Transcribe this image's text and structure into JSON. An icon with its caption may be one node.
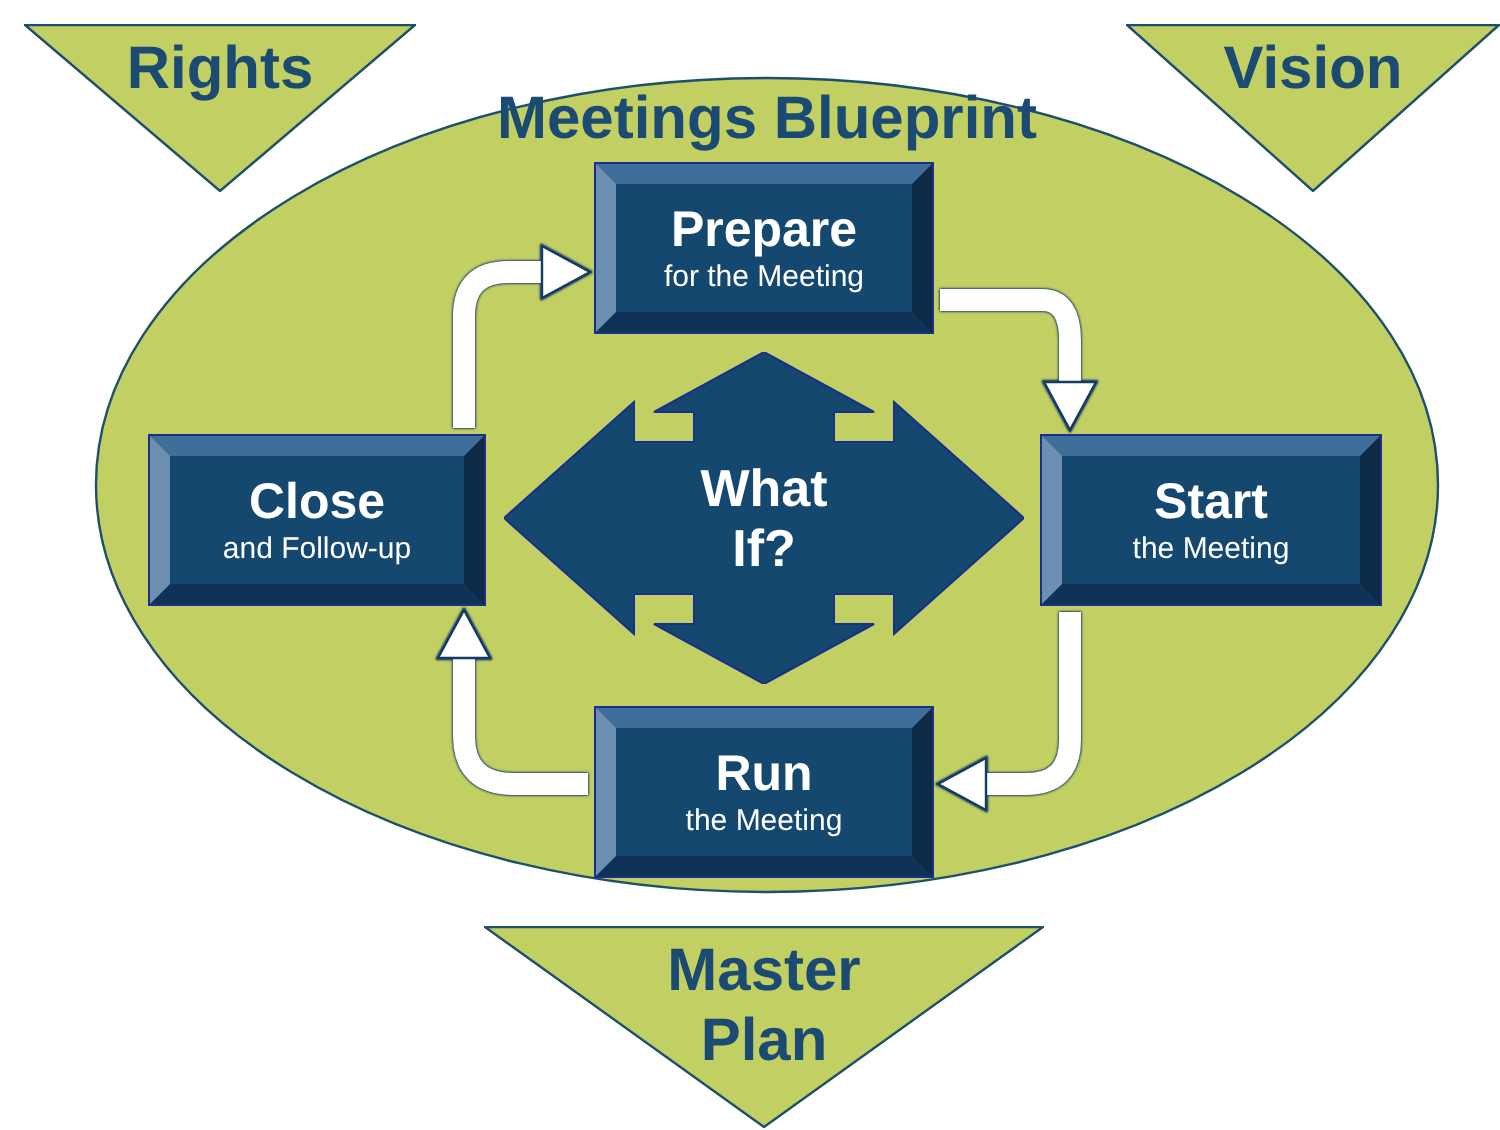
{
  "diagram": {
    "nodes": [
      {
        "text": [
          "Rights"
        ]
      },
      {
        "text": [
          "Vision"
        ]
      },
      {
        "text": [
          "Meetings Blueprint"
        ]
      },
      {
        "text": [
          "Prepare",
          "for the Meeting"
        ],
        "in": 2
      },
      {
        "text": [
          "Close",
          "and Follow-up"
        ],
        "in": 2
      },
      {
        "text": [
          "What If?"
        ],
        "in": 2
      },
      {
        "text": [
          "Start",
          "the Meeting"
        ],
        "in": 2
      },
      {
        "text": [
          "Run",
          "the Meeting"
        ],
        "in": 2
      },
      {
        "text": [
          "Master Plan"
        ]
      }
    ],
    "edges": [
      {
        "from": 3,
        "to": 6,
        "arrow": "to"
      },
      {
        "from": 6,
        "to": 7,
        "arrow": "to"
      },
      {
        "from": 7,
        "to": 4,
        "arrow": "to"
      },
      {
        "from": 4,
        "to": 3,
        "arrow": "to"
      }
    ]
  }
}
